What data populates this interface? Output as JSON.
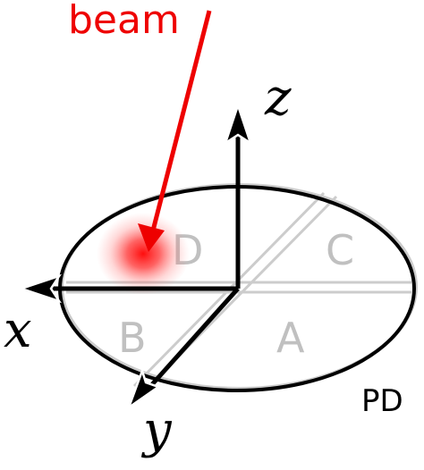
{
  "diagram": {
    "beam_label": "beam",
    "detector_label": "PD",
    "quadrants": {
      "a": "A",
      "b": "B",
      "c": "C",
      "d": "D"
    },
    "axes": {
      "x": "x",
      "y": "y",
      "z": "z"
    }
  },
  "colors": {
    "beam": "#ee0000",
    "outline": "#000000",
    "quadrant_outline": "#cccccc",
    "quadrant_text": "#c0c0c0"
  }
}
